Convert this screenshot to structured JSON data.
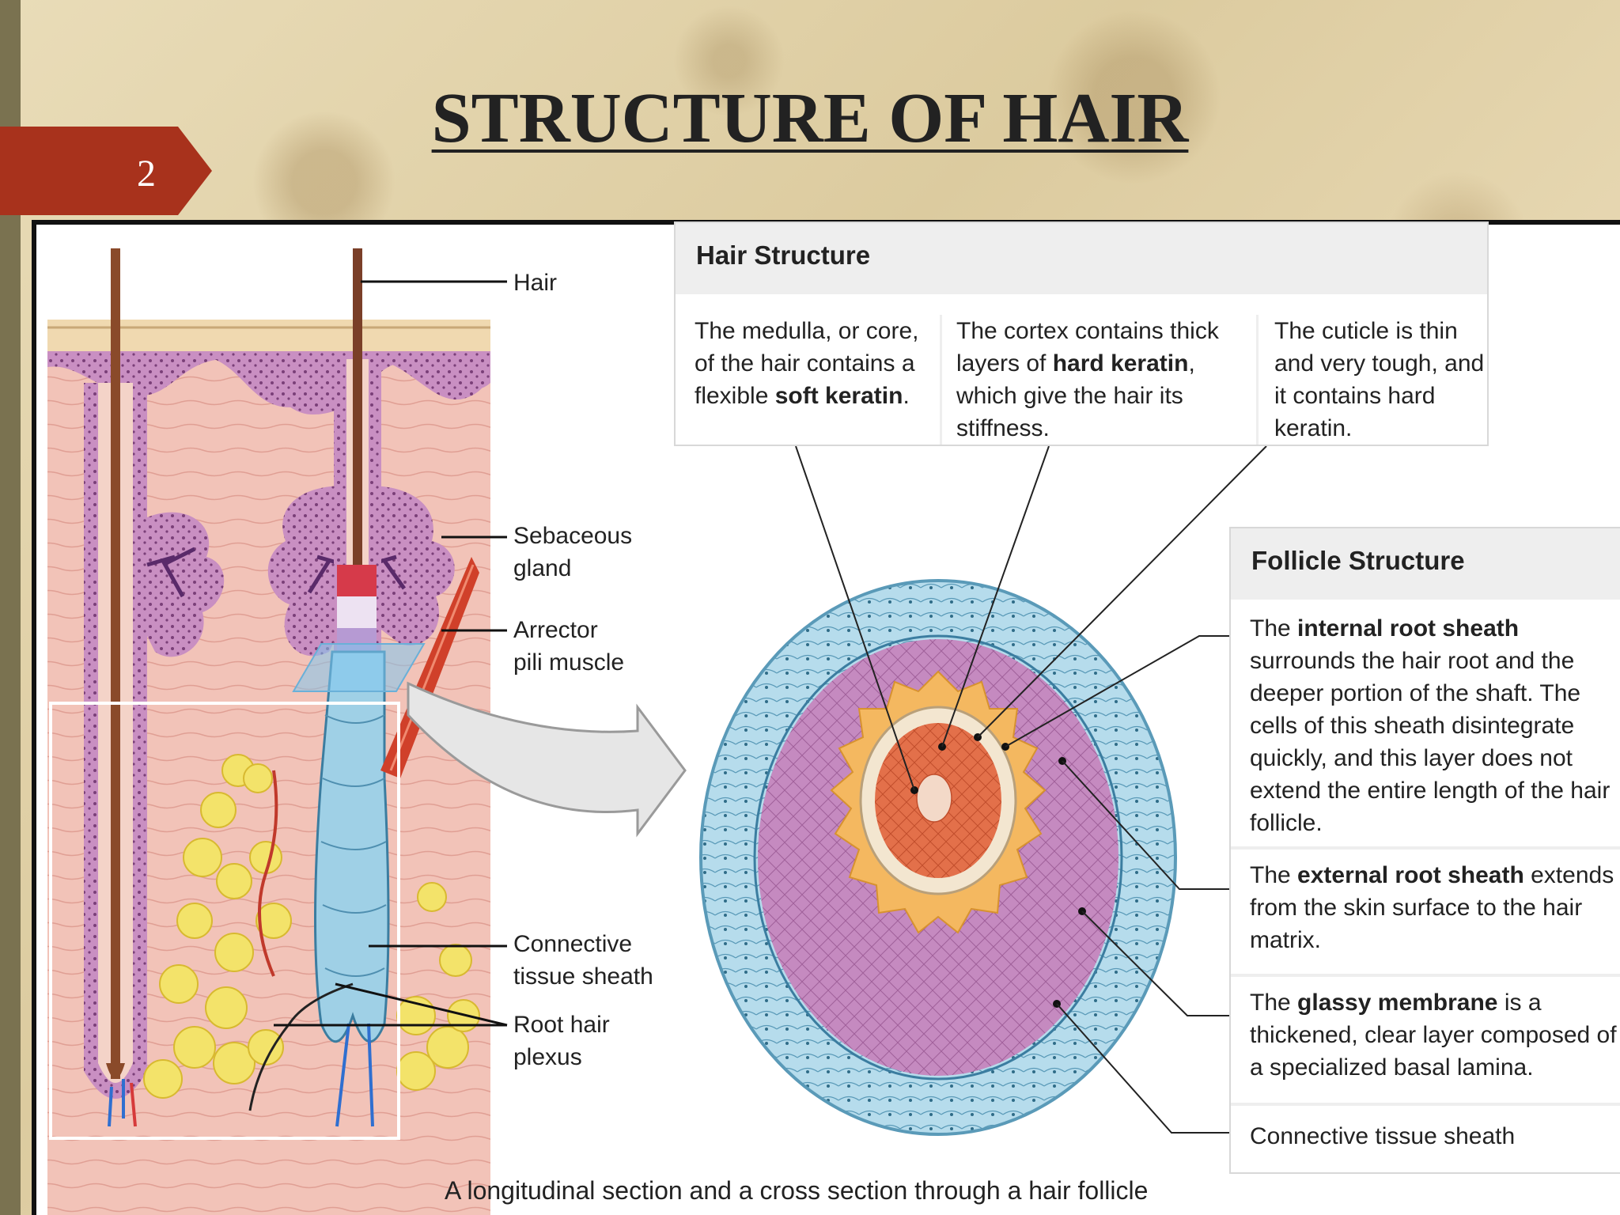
{
  "slide": {
    "number": "2",
    "title": "STRUCTURE OF HAIR",
    "colors": {
      "badge": "#a8321c",
      "rail": "#7a7250",
      "background": "#e3d3aa"
    }
  },
  "figure": {
    "caption": "A longitudinal section and a cross section through a hair follicle",
    "longitudinal_labels": {
      "hair": "Hair",
      "sebaceous_1": "Sebaceous",
      "sebaceous_2": "gland",
      "arrector_1": "Arrector",
      "arrector_2": "pili muscle",
      "connective_1": "Connective",
      "connective_2": "tissue sheath",
      "plexus_1": "Root hair",
      "plexus_2": "plexus"
    },
    "hair_structure": {
      "heading": "Hair Structure",
      "medulla": {
        "pre": "The medulla, or core, of the hair contains a flexible ",
        "bold": "soft keratin",
        "post": "."
      },
      "cortex": {
        "pre": "The cortex contains thick layers of ",
        "bold": "hard keratin",
        "post": ", which give the hair its stiffness."
      },
      "cuticle": {
        "pre": "The cuticle is thin and very tough, and it contains hard keratin.",
        "bold": "",
        "post": ""
      }
    },
    "follicle_structure": {
      "heading": "Follicle Structure",
      "internal": {
        "pre": "The ",
        "bold": "internal root sheath",
        "post": " surrounds the hair root and the deeper portion of the shaft. The cells of this sheath disintegrate quickly, and this layer does not extend the entire length of the hair follicle."
      },
      "external": {
        "pre": "The ",
        "bold": "external root sheath",
        "post": " extends from the skin surface to the hair matrix."
      },
      "glassy": {
        "pre": "The ",
        "bold": "glassy membrane",
        "post": " is a thickened, clear layer composed of a specialized basal lamina."
      },
      "connective": {
        "pre": "Connective tissue sheath",
        "bold": "",
        "post": ""
      }
    },
    "illustration_colors": {
      "dermis": "#f2c3b8",
      "epidermis": "#c98fc2",
      "fat": "#f3e36a",
      "sheath_blue": "#9fd0e6",
      "muscle": "#d0402a",
      "matrix_orange": "#e06a3c",
      "inner_sheath": "#f4b860"
    }
  }
}
